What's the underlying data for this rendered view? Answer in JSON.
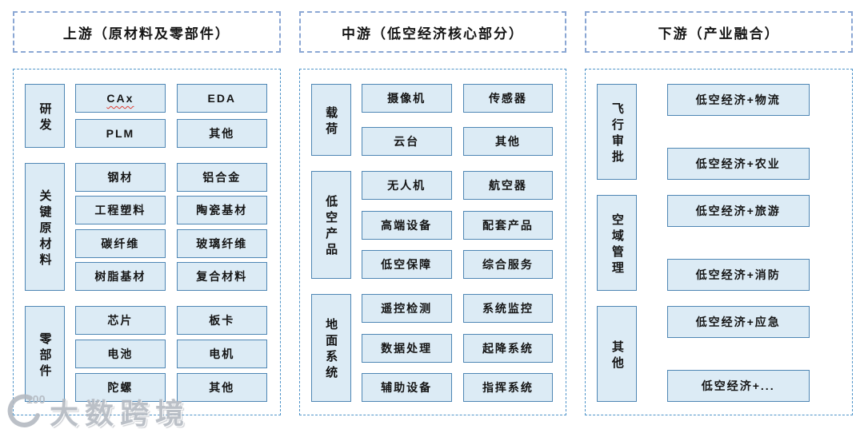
{
  "watermark": {
    "logo_text": "100",
    "brand": "大数跨境"
  },
  "colors": {
    "box_fill": "#dcebf5",
    "box_border": "#4e86b4",
    "header_border": "#8ba7d4",
    "container_border": "#4f94c9",
    "squiggle": "#e03c31",
    "watermark": "#b4bac2"
  },
  "columns": [
    {
      "id": "upstream",
      "header": "上游（原材料及零部件）",
      "groups": [
        {
          "id": "rd",
          "label": "研发",
          "rows": [
            [
              {
                "label": "CAx",
                "squiggle": true
              },
              {
                "label": "EDA"
              }
            ],
            [
              {
                "label": "PLM"
              },
              {
                "label": "其他"
              }
            ]
          ]
        },
        {
          "id": "key-raw-materials",
          "label": "关键原材料",
          "rows": [
            [
              {
                "label": "钢材"
              },
              {
                "label": "铝合金"
              }
            ],
            [
              {
                "label": "工程塑料"
              },
              {
                "label": "陶瓷基材"
              }
            ],
            [
              {
                "label": "碳纤维"
              },
              {
                "label": "玻璃纤维"
              }
            ],
            [
              {
                "label": "树脂基材"
              },
              {
                "label": "复合材料"
              }
            ]
          ]
        },
        {
          "id": "components",
          "label": "零部件",
          "rows": [
            [
              {
                "label": "芯片"
              },
              {
                "label": "板卡"
              }
            ],
            [
              {
                "label": "电池"
              },
              {
                "label": "电机"
              }
            ],
            [
              {
                "label": "陀螺"
              },
              {
                "label": "其他"
              }
            ]
          ]
        }
      ]
    },
    {
      "id": "midstream",
      "header": "中游（低空经济核心部分）",
      "groups": [
        {
          "id": "payload",
          "label": "载荷",
          "rows": [
            [
              {
                "label": "摄像机"
              },
              {
                "label": "传感器"
              }
            ],
            [
              {
                "label": "云台"
              },
              {
                "label": "其他"
              }
            ]
          ]
        },
        {
          "id": "low-altitude-products",
          "label": "低空产品",
          "rows": [
            [
              {
                "label": "无人机"
              },
              {
                "label": "航空器"
              }
            ],
            [
              {
                "label": "高端设备"
              },
              {
                "label": "配套产品"
              }
            ],
            [
              {
                "label": "低空保障"
              },
              {
                "label": "综合服务"
              }
            ]
          ]
        },
        {
          "id": "ground-systems",
          "label": "地面系统",
          "rows": [
            [
              {
                "label": "遥控检测"
              },
              {
                "label": "系统监控"
              }
            ],
            [
              {
                "label": "数据处理"
              },
              {
                "label": "起降系统"
              }
            ],
            [
              {
                "label": "辅助设备"
              },
              {
                "label": "指挥系统"
              }
            ]
          ]
        }
      ]
    },
    {
      "id": "downstream",
      "header": "下游（产业融合）",
      "groups": [
        {
          "id": "flight-approval",
          "label": "飞行审批",
          "rows": [
            [
              {
                "label": "低空经济+物流"
              }
            ],
            [
              {
                "label": "低空经济+农业"
              }
            ]
          ]
        },
        {
          "id": "airspace-management",
          "label": "空域管理",
          "rows": [
            [
              {
                "label": "低空经济+旅游"
              }
            ],
            [
              {
                "label": "低空经济+消防"
              }
            ]
          ]
        },
        {
          "id": "others",
          "label": "其他",
          "rows": [
            [
              {
                "label": "低空经济+应急"
              }
            ],
            [
              {
                "label": "低空经济+..."
              }
            ]
          ]
        }
      ]
    }
  ]
}
